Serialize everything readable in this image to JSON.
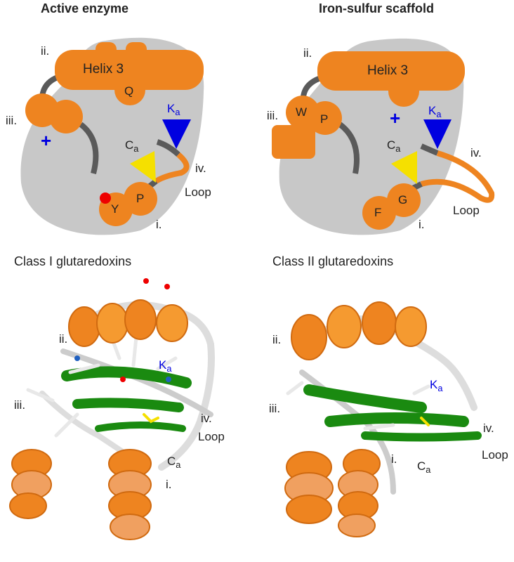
{
  "panels": [
    {
      "title": "Active enzyme",
      "helix": "Helix 3",
      "helix_residue": "Q",
      "residues_i": [
        "Y",
        "P"
      ],
      "residues_iii": [],
      "labels": {
        "ii": "ii.",
        "iii": "iii.",
        "iv": "iv.",
        "i": "i.",
        "loop": "Loop",
        "ka": "K",
        "ka_sub": "a",
        "ca": "C",
        "ca_sub": "a",
        "plus": "+"
      }
    },
    {
      "title": "Iron-sulfur scaffold",
      "helix": "Helix 3",
      "residues_i": [
        "F",
        "G"
      ],
      "residues_iii": [
        "W",
        "P"
      ],
      "labels": {
        "ii": "ii.",
        "iii": "iii.",
        "iv": "iv.",
        "i": "i.",
        "loop": "Loop",
        "ka": "K",
        "ka_sub": "a",
        "ca": "C",
        "ca_sub": "a",
        "plus": "+"
      }
    }
  ],
  "structures": [
    {
      "title": "Class I glutaredoxins",
      "labels": {
        "ii": "ii.",
        "iii": "iii.",
        "iv": "iv.",
        "i": "i.",
        "loop": "Loop",
        "ka": "K",
        "ka_sub": "a",
        "ca": "C",
        "ca_sub": "a"
      }
    },
    {
      "title": "Class II glutaredoxins",
      "labels": {
        "ii": "ii.",
        "iii": "iii.",
        "iv": "iv.",
        "i": "i.",
        "loop": "Loop",
        "ka": "K",
        "ka_sub": "a",
        "ca": "C",
        "ca_sub": "a"
      }
    }
  ],
  "colors": {
    "orange": "#ee8420",
    "gray": "#c8c8c8",
    "dark": "#5a5a5a",
    "blue": "#0000e0",
    "yellow": "#f5e000",
    "red": "#ee0000",
    "green": "#1a8a10"
  }
}
